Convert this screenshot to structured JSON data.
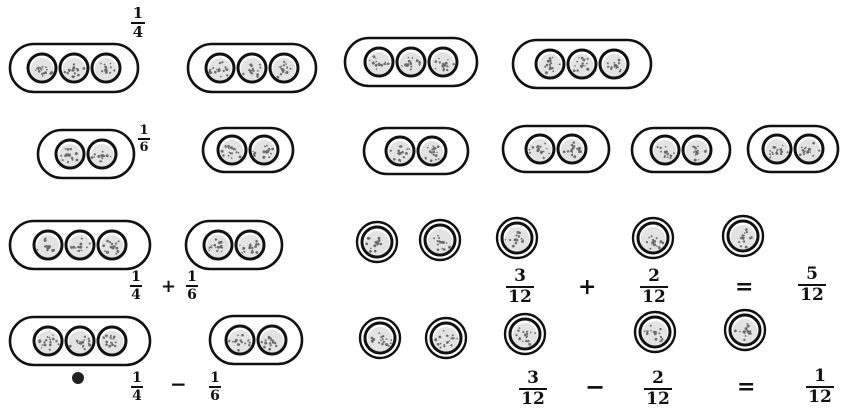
{
  "colors": {
    "ink": "#111111",
    "paper": "#ffffff",
    "dots": "#6b6b6b"
  },
  "rows": {
    "quarters": {
      "groups": 4,
      "beads_per_group": 3,
      "label": {
        "num": "1",
        "den": "4"
      }
    },
    "sixths": {
      "groups": 6,
      "beads_per_group": 2,
      "label": {
        "num": "1",
        "den": "6"
      }
    }
  },
  "addition": {
    "left": {
      "a": {
        "num": "1",
        "den": "4"
      },
      "op": "+",
      "b": {
        "num": "1",
        "den": "6"
      }
    },
    "right": {
      "a": {
        "num": "3",
        "den": "12"
      },
      "op": "+",
      "b": {
        "num": "2",
        "den": "12"
      },
      "eq": "=",
      "result": {
        "num": "5",
        "den": "12"
      }
    }
  },
  "subtraction": {
    "left": {
      "a": {
        "num": "1",
        "den": "4"
      },
      "op": "−",
      "b": {
        "num": "1",
        "den": "6"
      }
    },
    "right": {
      "a": {
        "num": "3",
        "den": "12"
      },
      "op": "−",
      "b": {
        "num": "2",
        "den": "12"
      },
      "eq": "=",
      "result": {
        "num": "1",
        "den": "12"
      }
    }
  }
}
